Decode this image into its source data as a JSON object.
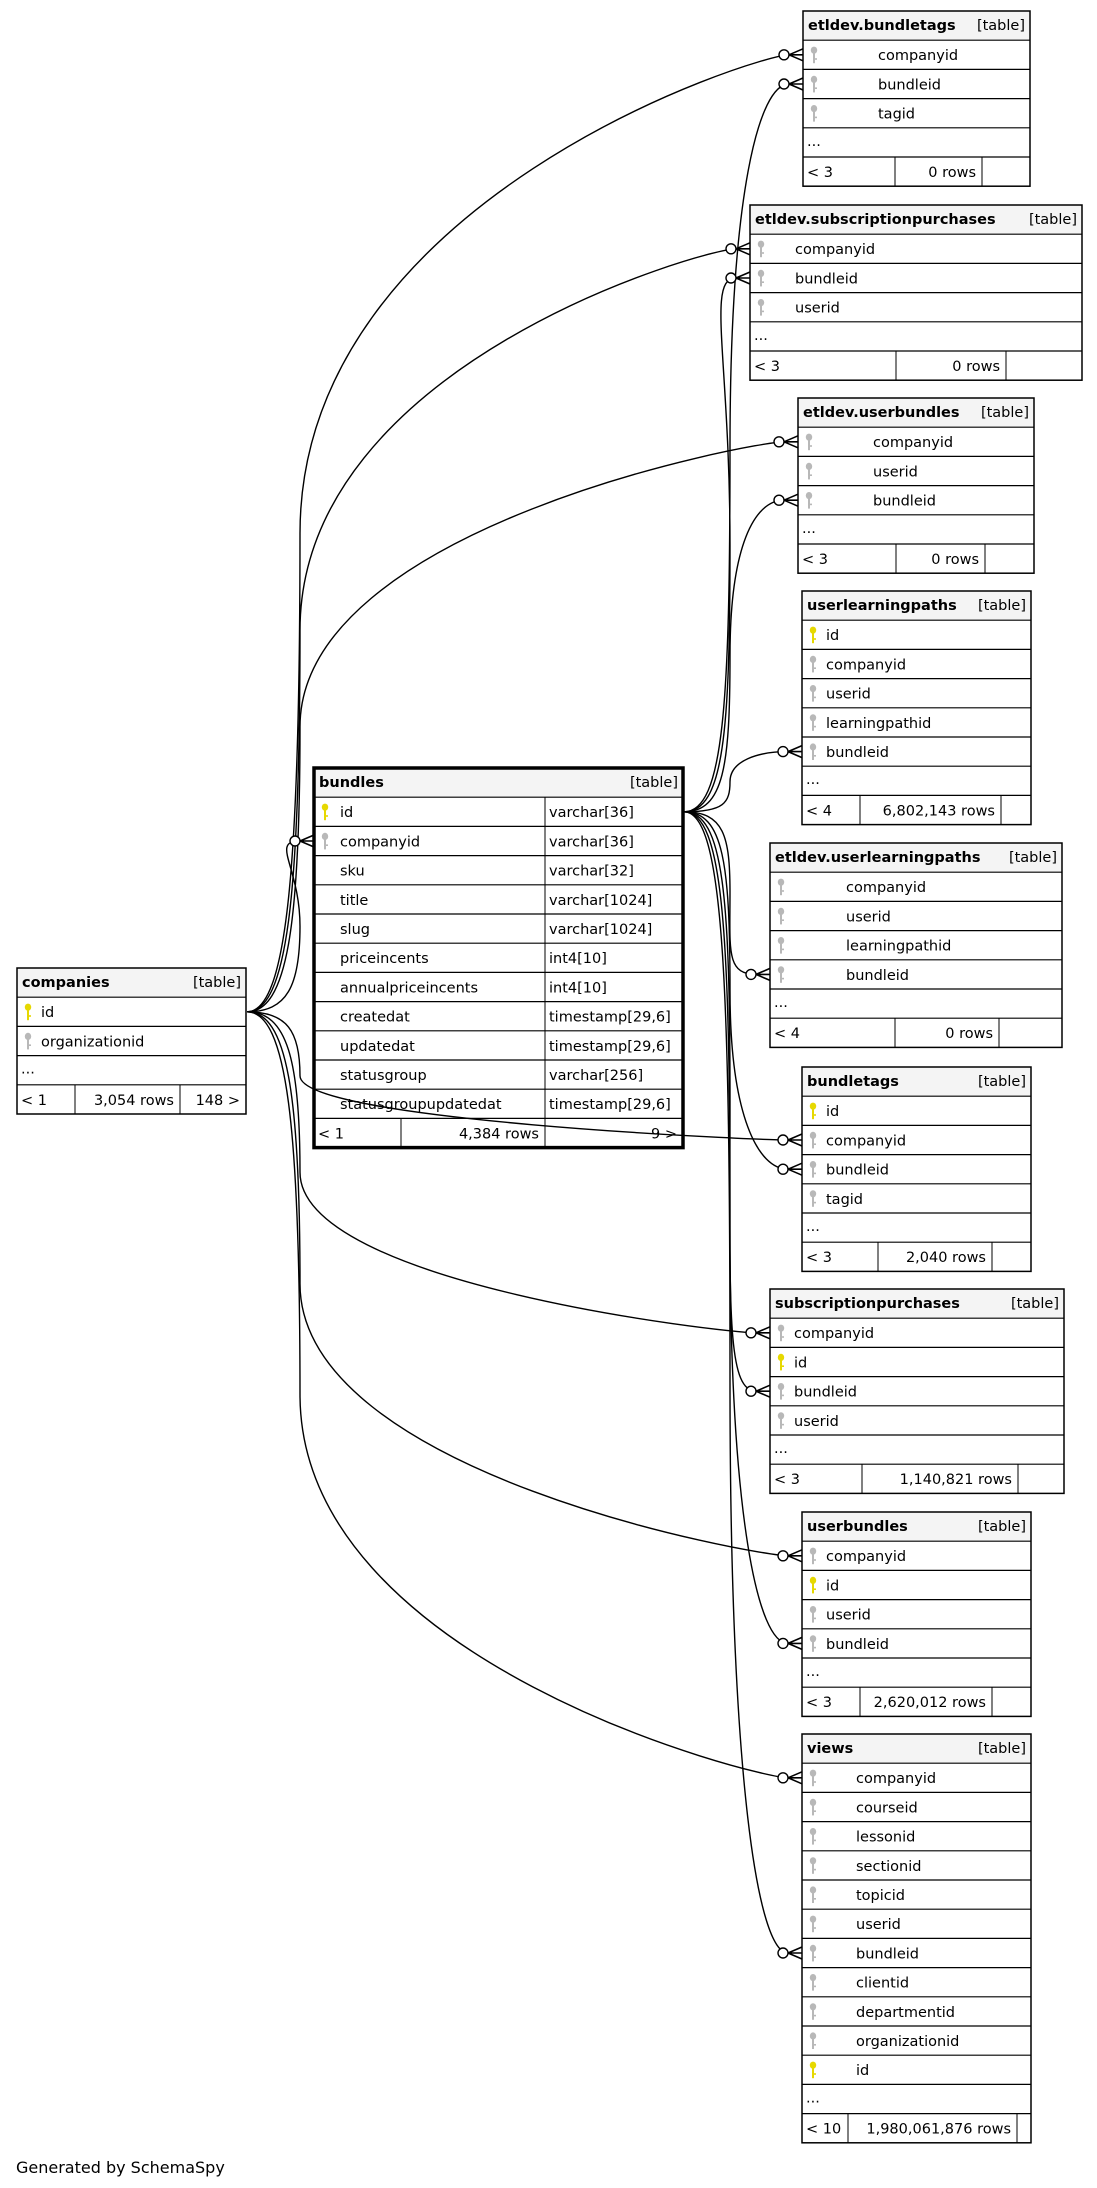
{
  "footer": "Generated by SchemaSpy",
  "tables": [
    {
      "key": "bundletags_etl",
      "name": "etldev.bundletags",
      "kind": "[table]",
      "columns": [
        {
          "name": "companyid",
          "type": "",
          "key": "fk"
        },
        {
          "name": "bundleid",
          "type": "",
          "key": "fk"
        },
        {
          "name": "tagid",
          "type": "",
          "key": "fk"
        }
      ],
      "ellipsis": "...",
      "foot": [
        "< 3",
        "0 rows",
        ""
      ]
    },
    {
      "key": "subscriptionpurchases_etl",
      "name": "etldev.subscriptionpurchases",
      "kind": "[table]",
      "columns": [
        {
          "name": "companyid",
          "type": "",
          "key": "fk"
        },
        {
          "name": "bundleid",
          "type": "",
          "key": "fk"
        },
        {
          "name": "userid",
          "type": "",
          "key": "fk"
        }
      ],
      "ellipsis": "...",
      "foot": [
        "< 3",
        "0 rows",
        ""
      ]
    },
    {
      "key": "userbundles_etl",
      "name": "etldev.userbundles",
      "kind": "[table]",
      "columns": [
        {
          "name": "companyid",
          "type": "",
          "key": "fk"
        },
        {
          "name": "userid",
          "type": "",
          "key": "fk"
        },
        {
          "name": "bundleid",
          "type": "",
          "key": "fk"
        }
      ],
      "ellipsis": "...",
      "foot": [
        "< 3",
        "0 rows",
        ""
      ]
    },
    {
      "key": "userlearningpaths",
      "name": "userlearningpaths",
      "kind": "[table]",
      "columns": [
        {
          "name": "id",
          "type": "",
          "key": "pk"
        },
        {
          "name": "companyid",
          "type": "",
          "key": "fk"
        },
        {
          "name": "userid",
          "type": "",
          "key": "fk"
        },
        {
          "name": "learningpathid",
          "type": "",
          "key": "fk"
        },
        {
          "name": "bundleid",
          "type": "",
          "key": "fk"
        }
      ],
      "ellipsis": "...",
      "foot": [
        "< 4",
        "6,802,143 rows",
        ""
      ]
    },
    {
      "key": "userlearningpaths_etl",
      "name": "etldev.userlearningpaths",
      "kind": "[table]",
      "columns": [
        {
          "name": "companyid",
          "type": "",
          "key": "fk"
        },
        {
          "name": "userid",
          "type": "",
          "key": "fk"
        },
        {
          "name": "learningpathid",
          "type": "",
          "key": "fk"
        },
        {
          "name": "bundleid",
          "type": "",
          "key": "fk"
        }
      ],
      "ellipsis": "...",
      "foot": [
        "< 4",
        "0 rows",
        ""
      ]
    },
    {
      "key": "bundletags",
      "name": "bundletags",
      "kind": "[table]",
      "columns": [
        {
          "name": "id",
          "type": "",
          "key": "pk"
        },
        {
          "name": "companyid",
          "type": "",
          "key": "fk"
        },
        {
          "name": "bundleid",
          "type": "",
          "key": "fk"
        },
        {
          "name": "tagid",
          "type": "",
          "key": "fk"
        }
      ],
      "ellipsis": "...",
      "foot": [
        "< 3",
        "2,040 rows",
        ""
      ]
    },
    {
      "key": "subscriptionpurchases",
      "name": "subscriptionpurchases",
      "kind": "[table]",
      "columns": [
        {
          "name": "companyid",
          "type": "",
          "key": "fk"
        },
        {
          "name": "id",
          "type": "",
          "key": "pk"
        },
        {
          "name": "bundleid",
          "type": "",
          "key": "fk"
        },
        {
          "name": "userid",
          "type": "",
          "key": "fk"
        }
      ],
      "ellipsis": "...",
      "foot": [
        "< 3",
        "1,140,821 rows",
        ""
      ]
    },
    {
      "key": "userbundles",
      "name": "userbundles",
      "kind": "[table]",
      "columns": [
        {
          "name": "companyid",
          "type": "",
          "key": "fk"
        },
        {
          "name": "id",
          "type": "",
          "key": "pk"
        },
        {
          "name": "userid",
          "type": "",
          "key": "fk"
        },
        {
          "name": "bundleid",
          "type": "",
          "key": "fk"
        }
      ],
      "ellipsis": "...",
      "foot": [
        "< 3",
        "2,620,012 rows",
        ""
      ]
    },
    {
      "key": "views",
      "name": "views",
      "kind": "[table]",
      "columns": [
        {
          "name": "companyid",
          "type": "",
          "key": "fk"
        },
        {
          "name": "courseid",
          "type": "",
          "key": "fk"
        },
        {
          "name": "lessonid",
          "type": "",
          "key": "fk"
        },
        {
          "name": "sectionid",
          "type": "",
          "key": "fk"
        },
        {
          "name": "topicid",
          "type": "",
          "key": "fk"
        },
        {
          "name": "userid",
          "type": "",
          "key": "fk"
        },
        {
          "name": "bundleid",
          "type": "",
          "key": "fk"
        },
        {
          "name": "clientid",
          "type": "",
          "key": "fk"
        },
        {
          "name": "departmentid",
          "type": "",
          "key": "fk"
        },
        {
          "name": "organizationid",
          "type": "",
          "key": "fk"
        },
        {
          "name": "id",
          "type": "",
          "key": "pk"
        }
      ],
      "ellipsis": "...",
      "foot": [
        "< 10",
        "1,980,061,876 rows",
        ""
      ]
    },
    {
      "key": "bundles",
      "name": "bundles",
      "kind": "[table]",
      "columns": [
        {
          "name": "id",
          "type": "varchar[36]",
          "key": "pk"
        },
        {
          "name": "companyid",
          "type": "varchar[36]",
          "key": "fk"
        },
        {
          "name": "sku",
          "type": "varchar[32]",
          "key": ""
        },
        {
          "name": "title",
          "type": "varchar[1024]",
          "key": ""
        },
        {
          "name": "slug",
          "type": "varchar[1024]",
          "key": ""
        },
        {
          "name": "priceincents",
          "type": "int4[10]",
          "key": ""
        },
        {
          "name": "annualpriceincents",
          "type": "int4[10]",
          "key": ""
        },
        {
          "name": "createdat",
          "type": "timestamp[29,6]",
          "key": ""
        },
        {
          "name": "updatedat",
          "type": "timestamp[29,6]",
          "key": ""
        },
        {
          "name": "statusgroup",
          "type": "varchar[256]",
          "key": ""
        },
        {
          "name": "statusgroupupdatedat",
          "type": "timestamp[29,6]",
          "key": ""
        }
      ],
      "ellipsis": "",
      "foot": [
        "< 1",
        "4,384 rows",
        "9 >"
      ]
    },
    {
      "key": "companies",
      "name": "companies",
      "kind": "[table]",
      "columns": [
        {
          "name": "id",
          "type": "",
          "key": "pk"
        },
        {
          "name": "organizationid",
          "type": "",
          "key": "fk"
        }
      ],
      "ellipsis": "...",
      "foot": [
        "< 1",
        "3,054 rows",
        "148 >"
      ]
    }
  ],
  "relationships": [
    {
      "from": "companies",
      "to": "bundletags_etl",
      "col": 0
    },
    {
      "from": "bundles",
      "to": "bundletags_etl",
      "col": 1
    },
    {
      "from": "companies",
      "to": "subscriptionpurchases_etl",
      "col": 0
    },
    {
      "from": "bundles",
      "to": "subscriptionpurchases_etl",
      "col": 1
    },
    {
      "from": "companies",
      "to": "userbundles_etl",
      "col": 0
    },
    {
      "from": "bundles",
      "to": "userbundles_etl",
      "col": 2
    },
    {
      "from": "bundles",
      "to": "userlearningpaths",
      "col": 4
    },
    {
      "from": "bundles",
      "to": "userlearningpaths_etl",
      "col": 3
    },
    {
      "from": "companies",
      "to": "bundletags",
      "col": 1
    },
    {
      "from": "bundles",
      "to": "bundletags",
      "col": 2
    },
    {
      "from": "companies",
      "to": "subscriptionpurchases",
      "col": 0
    },
    {
      "from": "bundles",
      "to": "subscriptionpurchases",
      "col": 2
    },
    {
      "from": "companies",
      "to": "userbundles",
      "col": 0
    },
    {
      "from": "bundles",
      "to": "userbundles",
      "col": 3
    },
    {
      "from": "companies",
      "to": "views",
      "col": 0
    },
    {
      "from": "bundles",
      "to": "views",
      "col": 6
    },
    {
      "from": "companies",
      "to": "bundles",
      "col": 1
    }
  ]
}
